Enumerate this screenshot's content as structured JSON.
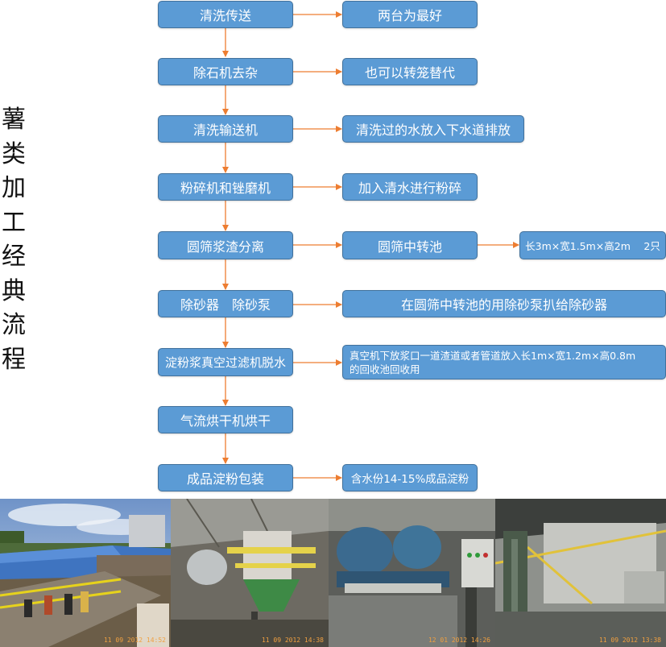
{
  "side_title": [
    "薯",
    "类",
    "加",
    "工",
    "经",
    "典",
    "流",
    "程"
  ],
  "steps": [
    {
      "label": "清洗传送",
      "note": "两台为最好"
    },
    {
      "label": "除石机去杂",
      "note": "也可以转笼替代"
    },
    {
      "label": "清洗输送机",
      "note": "清洗过的水放入下水道排放"
    },
    {
      "label": "粉碎机和锉磨机",
      "note": "加入清水进行粉碎"
    },
    {
      "label": "圆筛浆渣分离",
      "note": "圆筛中转池",
      "extra": "长3m×宽1.5m×高2m　 2只"
    },
    {
      "label": "除砂器　除砂泵",
      "note": "在圆筛中转池的用除砂泵扒给除砂器"
    },
    {
      "label": "淀粉浆真空过滤机脱水",
      "note_line1": "真空机下放浆口一道渣道或者管道放入长1m×宽1.2m×高0.8m",
      "note_line2": "的回收池回收用"
    },
    {
      "label": "气流烘干机烘干"
    },
    {
      "label": "成品淀粉包装",
      "note": "含水份14-15%成品淀粉"
    }
  ],
  "photos": [
    {
      "name": "outdoor-conveyor-photo",
      "stamp": "11 09 2012 14:52"
    },
    {
      "name": "factory-sieve-photo",
      "stamp": "11 09 2012 14:38"
    },
    {
      "name": "vacuum-filter-photo",
      "stamp": "12 01 2012 14:26"
    },
    {
      "name": "drying-hall-photo",
      "stamp": "11 09 2012 13:38"
    }
  ],
  "colors": {
    "box": "#5b9bd5",
    "box_border": "#41719c",
    "arrow": "#ed7d31"
  }
}
